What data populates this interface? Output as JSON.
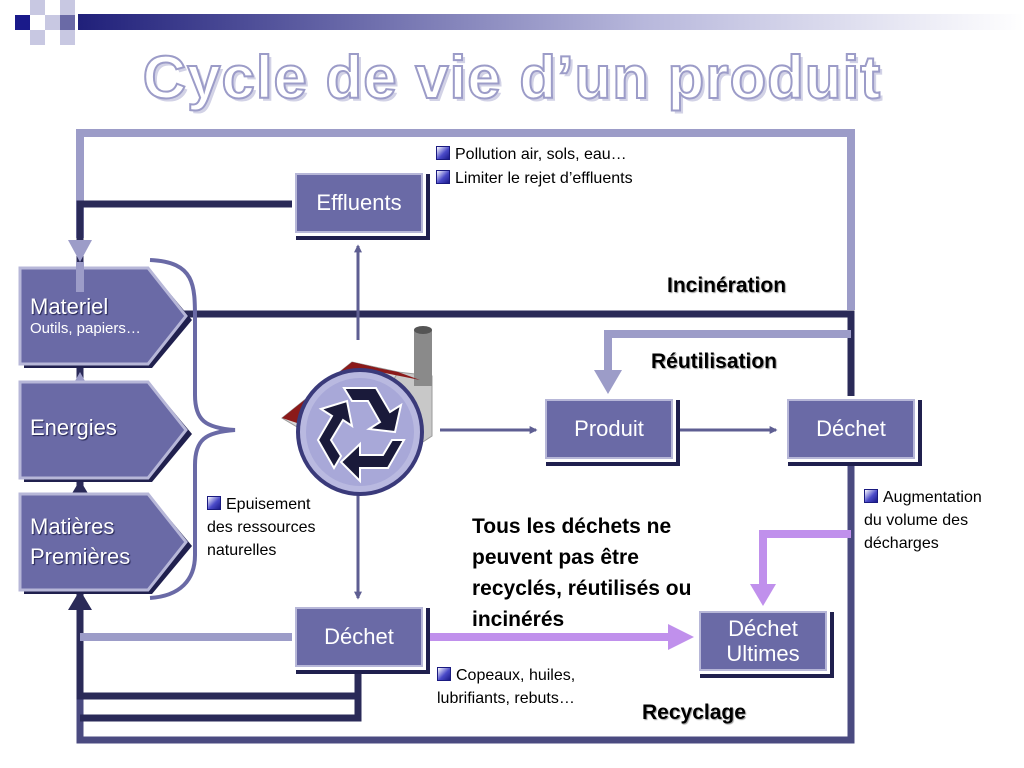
{
  "title": "Cycle de vie d’un produit",
  "inputs": {
    "materiel": {
      "label": "Materiel",
      "sub": "Outils, papiers…"
    },
    "energies": {
      "label": "Energies"
    },
    "matieres": {
      "line1": "Matières",
      "line2": "Premières"
    }
  },
  "boxes": {
    "effluents": "Effluents",
    "produit": "Produit",
    "dechet_right": "Déchet",
    "dechet_bottom": "Déchet",
    "dechet_ultimes_line1": "Déchet",
    "dechet_ultimes_line2": "Ultimes"
  },
  "notes": {
    "effluents_1": "Pollution air, sols, eau…",
    "effluents_2": "Limiter le rejet d’effluents",
    "epuisement_1": "Epuisement",
    "epuisement_2": "des ressources",
    "epuisement_3": "naturelles",
    "augmentation_1": "Augmentation",
    "augmentation_2": "du volume des",
    "augmentation_3": "décharges",
    "copeaux_1": "Copeaux, huiles,",
    "copeaux_2": "lubrifiants, rebuts…"
  },
  "labels": {
    "incineration": "Incinération",
    "reutilisation": "Réutilisation",
    "recyclage": "Recyclage"
  },
  "statement": {
    "line1": "Tous les déchets ne",
    "line2": "peuvent pas être",
    "line3": "recyclés, réutilisés ou",
    "line4": "incinérés"
  },
  "colors": {
    "box_fill": "#6a6aa6",
    "dark_navy": "#2a2a58",
    "light_lavender": "#9c9cc8",
    "violet": "#c090ec",
    "medium_arrow": "#5e5e92"
  },
  "icons": [
    "recycle-icon",
    "factory-icon",
    "bullet-icon"
  ]
}
